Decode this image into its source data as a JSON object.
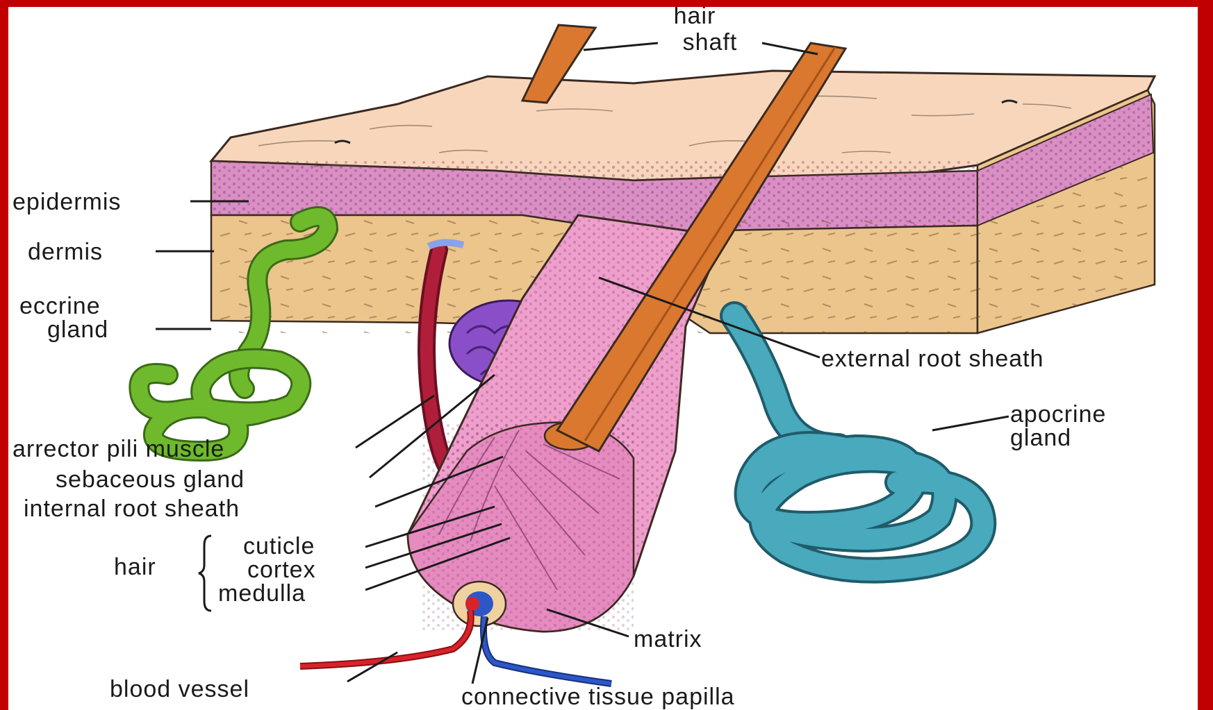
{
  "labels": {
    "hair_shaft_1": "hair",
    "hair_shaft_2": "shaft",
    "epidermis": "epidermis",
    "dermis": "dermis",
    "eccrine_gland_1": "eccrine",
    "eccrine_gland_2": "gland",
    "external_root_sheath": "external root sheath",
    "apocrine_gland_1": "apocrine",
    "apocrine_gland_2": "gland",
    "arrector_pili_muscle": "arrector pili muscle",
    "sebaceous_gland": "sebaceous gland",
    "internal_root_sheath": "internal root sheath",
    "hair": "hair",
    "cuticle": "cuticle",
    "cortex": "cortex",
    "medulla": "medulla",
    "matrix": "matrix",
    "blood_vessel": "blood vessel",
    "connective_tissue_papilla": "connective tissue papilla"
  },
  "colors": {
    "frame": "#c00000",
    "skin_top": "#f8d6bc",
    "epidermis": "#d98fc4",
    "dermis": "#ebc58c",
    "hair_shaft": "#d9782e",
    "follicle": "#ef9fcb",
    "eccrine": "#6fba2c",
    "apocrine": "#49a9bd",
    "sebaceous": "#8a4fc8",
    "muscle": "#b01e3a",
    "artery": "#d8232a",
    "vein": "#2d57c8"
  }
}
